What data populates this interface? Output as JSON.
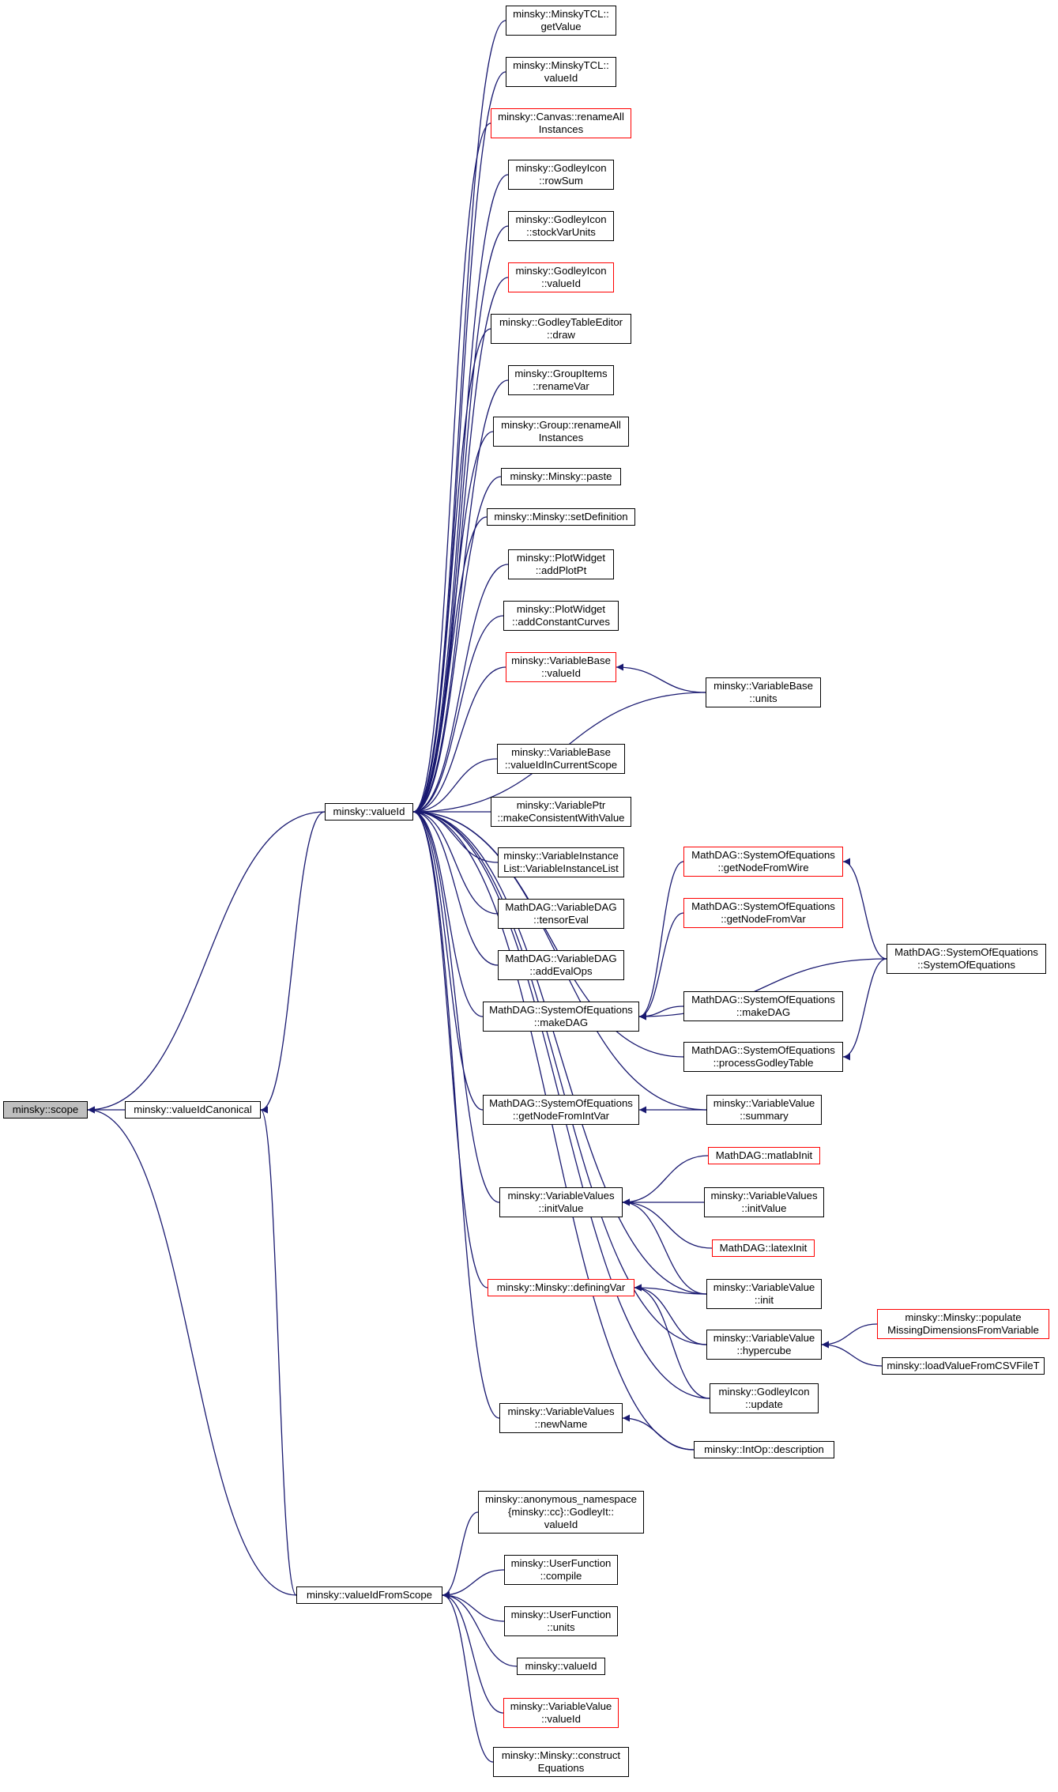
{
  "colors": {
    "edge": "#191970",
    "border": "#000000",
    "link_border": "#ff0000",
    "root_fill": "#bfbfbf"
  },
  "nodes": {
    "scope": {
      "lines": [
        "minsky::scope"
      ],
      "highlighted": true
    },
    "valueIdCanonical": {
      "lines": [
        "minsky::valueIdCanonical"
      ]
    },
    "valueId": {
      "lines": [
        "minsky::valueId"
      ]
    },
    "valueIdFromScope": {
      "lines": [
        "minsky::valueIdFromScope"
      ]
    },
    "mtcl_getValue": {
      "lines": [
        "minsky::MinskyTCL::",
        "getValue"
      ]
    },
    "mtcl_valueId": {
      "lines": [
        "minsky::MinskyTCL::",
        "valueId"
      ]
    },
    "canvas_renameAll": {
      "lines": [
        "minsky::Canvas::renameAll",
        "Instances"
      ],
      "red": true
    },
    "godley_rowSum": {
      "lines": [
        "minsky::GodleyIcon",
        "::rowSum"
      ]
    },
    "godley_stockVarUnits": {
      "lines": [
        "minsky::GodleyIcon",
        "::stockVarUnits"
      ]
    },
    "godley_valueId": {
      "lines": [
        "minsky::GodleyIcon",
        "::valueId"
      ],
      "red": true
    },
    "gte_draw": {
      "lines": [
        "minsky::GodleyTableEditor",
        "::draw"
      ]
    },
    "groupitems_renameVar": {
      "lines": [
        "minsky::GroupItems",
        "::renameVar"
      ]
    },
    "group_renameAll": {
      "lines": [
        "minsky::Group::renameAll",
        "Instances"
      ]
    },
    "minsky_paste": {
      "lines": [
        "minsky::Minsky::paste"
      ]
    },
    "minsky_setDefinition": {
      "lines": [
        "minsky::Minsky::setDefinition"
      ]
    },
    "plot_addPlotPt": {
      "lines": [
        "minsky::PlotWidget",
        "::addPlotPt"
      ]
    },
    "plot_addConstantCurves": {
      "lines": [
        "minsky::PlotWidget",
        "::addConstantCurves"
      ]
    },
    "vb_valueId": {
      "lines": [
        "minsky::VariableBase",
        "::valueId"
      ],
      "red": true
    },
    "vb_units": {
      "lines": [
        "minsky::VariableBase",
        "::units"
      ]
    },
    "vb_valueIdInCurrentScope": {
      "lines": [
        "minsky::VariableBase",
        "::valueIdInCurrentScope"
      ]
    },
    "vptr_makeConsistent": {
      "lines": [
        "minsky::VariablePtr",
        "::makeConsistentWithValue"
      ]
    },
    "vil_ctor": {
      "lines": [
        "minsky::VariableInstance",
        "List::VariableInstanceList"
      ]
    },
    "vdag_tensorEval": {
      "lines": [
        "MathDAG::VariableDAG",
        "::tensorEval"
      ]
    },
    "vdag_addEvalOps": {
      "lines": [
        "MathDAG::VariableDAG",
        "::addEvalOps"
      ]
    },
    "soe_makeDAG": {
      "lines": [
        "MathDAG::SystemOfEquations",
        "::makeDAG"
      ]
    },
    "soe_getNodeFromWire": {
      "lines": [
        "MathDAG::SystemOfEquations",
        "::getNodeFromWire"
      ],
      "red": true
    },
    "soe_getNodeFromVar": {
      "lines": [
        "MathDAG::SystemOfEquations",
        "::getNodeFromVar"
      ],
      "red": true
    },
    "soe_ctor": {
      "lines": [
        "MathDAG::SystemOfEquations",
        "::SystemOfEquations"
      ]
    },
    "soe_makeDAG2": {
      "lines": [
        "MathDAG::SystemOfEquations",
        "::makeDAG"
      ]
    },
    "soe_processGodley": {
      "lines": [
        "MathDAG::SystemOfEquations",
        "::processGodleyTable"
      ]
    },
    "soe_getNodeFromIntVar": {
      "lines": [
        "MathDAG::SystemOfEquations",
        "::getNodeFromIntVar"
      ]
    },
    "vv_summary": {
      "lines": [
        "minsky::VariableValue",
        "::summary"
      ]
    },
    "vvs_initValue": {
      "lines": [
        "minsky::VariableValues",
        "::initValue"
      ]
    },
    "matlabInit": {
      "lines": [
        "MathDAG::matlabInit"
      ],
      "red": true
    },
    "vvs_initValue2": {
      "lines": [
        "minsky::VariableValues",
        "::initValue"
      ]
    },
    "latexInit": {
      "lines": [
        "MathDAG::latexInit"
      ],
      "red": true
    },
    "minsky_definingVar": {
      "lines": [
        "minsky::Minsky::definingVar"
      ],
      "red": true
    },
    "vv_init": {
      "lines": [
        "minsky::VariableValue",
        "::init"
      ]
    },
    "vv_hypercube": {
      "lines": [
        "minsky::VariableValue",
        "::hypercube"
      ]
    },
    "populateMissing": {
      "lines": [
        "minsky::Minsky::populate",
        "MissingDimensionsFromVariable"
      ],
      "red": true
    },
    "loadValueCSV": {
      "lines": [
        "minsky::loadValueFromCSVFileT"
      ]
    },
    "godley_update": {
      "lines": [
        "minsky::GodleyIcon",
        "::update"
      ]
    },
    "vvs_newName": {
      "lines": [
        "minsky::VariableValues",
        "::newName"
      ]
    },
    "intop_description": {
      "lines": [
        "minsky::IntOp::description"
      ]
    },
    "anon_godleyIt": {
      "lines": [
        "minsky::anonymous_namespace",
        "{minsky::cc}::GodleyIt::",
        "valueId"
      ]
    },
    "uf_compile": {
      "lines": [
        "minsky::UserFunction",
        "::compile"
      ]
    },
    "uf_units": {
      "lines": [
        "minsky::UserFunction",
        "::units"
      ]
    },
    "minsky_valueId2": {
      "lines": [
        "minsky::valueId"
      ]
    },
    "vv_valueId": {
      "lines": [
        "minsky::VariableValue",
        "::valueId"
      ],
      "red": true
    },
    "construct_equations": {
      "lines": [
        "minsky::Minsky::construct",
        "Equations"
      ]
    }
  },
  "edges": [
    [
      "valueIdCanonical",
      "scope"
    ],
    [
      "valueId",
      "scope"
    ],
    [
      "valueIdFromScope",
      "scope"
    ],
    [
      "valueId",
      "valueIdCanonical"
    ],
    [
      "valueIdFromScope",
      "valueIdCanonical"
    ],
    [
      "mtcl_getValue",
      "valueId"
    ],
    [
      "mtcl_valueId",
      "valueId"
    ],
    [
      "canvas_renameAll",
      "valueId"
    ],
    [
      "godley_rowSum",
      "valueId"
    ],
    [
      "godley_stockVarUnits",
      "valueId"
    ],
    [
      "godley_valueId",
      "valueId"
    ],
    [
      "gte_draw",
      "valueId"
    ],
    [
      "groupitems_renameVar",
      "valueId"
    ],
    [
      "group_renameAll",
      "valueId"
    ],
    [
      "minsky_paste",
      "valueId"
    ],
    [
      "minsky_setDefinition",
      "valueId"
    ],
    [
      "plot_addPlotPt",
      "valueId"
    ],
    [
      "plot_addConstantCurves",
      "valueId"
    ],
    [
      "vb_valueId",
      "valueId"
    ],
    [
      "vb_units",
      "valueId"
    ],
    [
      "vb_valueIdInCurrentScope",
      "valueId"
    ],
    [
      "vptr_makeConsistent",
      "valueId"
    ],
    [
      "vil_ctor",
      "valueId"
    ],
    [
      "vdag_tensorEval",
      "valueId"
    ],
    [
      "vdag_addEvalOps",
      "valueId"
    ],
    [
      "soe_makeDAG",
      "valueId"
    ],
    [
      "soe_processGodley",
      "valueId"
    ],
    [
      "soe_getNodeFromIntVar",
      "valueId"
    ],
    [
      "vv_summary",
      "valueId"
    ],
    [
      "vvs_initValue",
      "valueId"
    ],
    [
      "vv_init",
      "valueId"
    ],
    [
      "minsky_definingVar",
      "valueId"
    ],
    [
      "vv_hypercube",
      "valueId"
    ],
    [
      "godley_update",
      "valueId"
    ],
    [
      "vvs_newName",
      "valueId"
    ],
    [
      "intop_description",
      "valueId"
    ],
    [
      "vb_units",
      "vb_valueId"
    ],
    [
      "soe_getNodeFromWire",
      "soe_makeDAG"
    ],
    [
      "soe_getNodeFromVar",
      "soe_makeDAG"
    ],
    [
      "soe_ctor",
      "soe_makeDAG"
    ],
    [
      "soe_makeDAG2",
      "soe_makeDAG"
    ],
    [
      "soe_ctor",
      "soe_getNodeFromWire"
    ],
    [
      "soe_ctor",
      "soe_processGodley"
    ],
    [
      "vv_summary",
      "soe_getNodeFromIntVar"
    ],
    [
      "matlabInit",
      "vvs_initValue"
    ],
    [
      "vvs_initValue2",
      "vvs_initValue"
    ],
    [
      "latexInit",
      "vvs_initValue"
    ],
    [
      "vv_init",
      "vvs_initValue"
    ],
    [
      "vv_init",
      "minsky_definingVar"
    ],
    [
      "vv_hypercube",
      "minsky_definingVar"
    ],
    [
      "godley_update",
      "minsky_definingVar"
    ],
    [
      "populateMissing",
      "vv_hypercube"
    ],
    [
      "loadValueCSV",
      "vv_hypercube"
    ],
    [
      "intop_description",
      "vvs_newName"
    ],
    [
      "anon_godleyIt",
      "valueIdFromScope"
    ],
    [
      "uf_compile",
      "valueIdFromScope"
    ],
    [
      "uf_units",
      "valueIdFromScope"
    ],
    [
      "minsky_valueId2",
      "valueIdFromScope"
    ],
    [
      "vv_valueId",
      "valueIdFromScope"
    ],
    [
      "construct_equations",
      "valueIdFromScope"
    ]
  ]
}
